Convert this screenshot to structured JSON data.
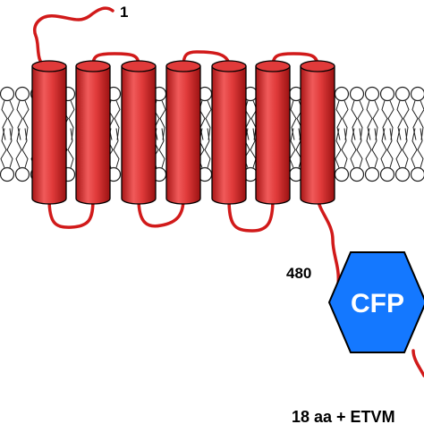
{
  "labels": {
    "n_terminus": "1",
    "residue": "480",
    "fusion": "CFP",
    "c_terminal_tag": "18 aa + ETVM"
  },
  "colors": {
    "helix": "#e03a3a",
    "helix_dark": "#b01c1c",
    "loop": "#d11a1a",
    "cfp": "#1478ff",
    "lipid": "#222222"
  },
  "transmembrane_helix_count": 7
}
